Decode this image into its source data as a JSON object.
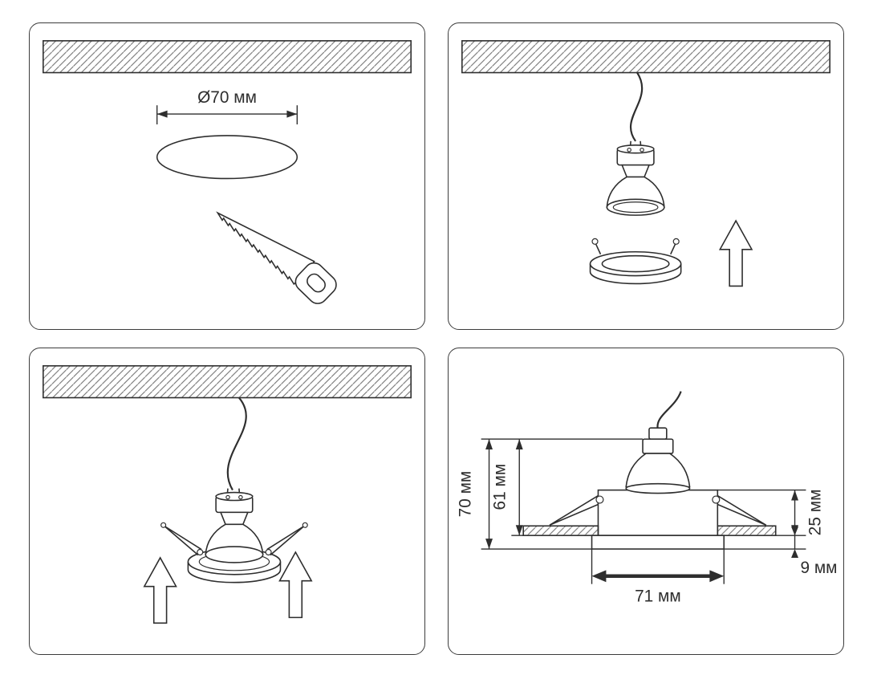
{
  "colors": {
    "background": "#ffffff",
    "line": "#2e2e2e",
    "hatch": "#6b6b6b"
  },
  "steps": [
    {
      "name": "cut-hole",
      "labels": {
        "hole_diameter": "Ø70 мм"
      }
    },
    {
      "name": "insert-ring",
      "labels": {}
    },
    {
      "name": "mount-fixture",
      "labels": {}
    },
    {
      "name": "dimensions",
      "labels": {
        "overall_height": "70 мм",
        "recess_depth": "61 мм",
        "housing_height": "25 мм",
        "trim_depth": "9 мм",
        "cutout_width": "71 мм"
      }
    }
  ]
}
